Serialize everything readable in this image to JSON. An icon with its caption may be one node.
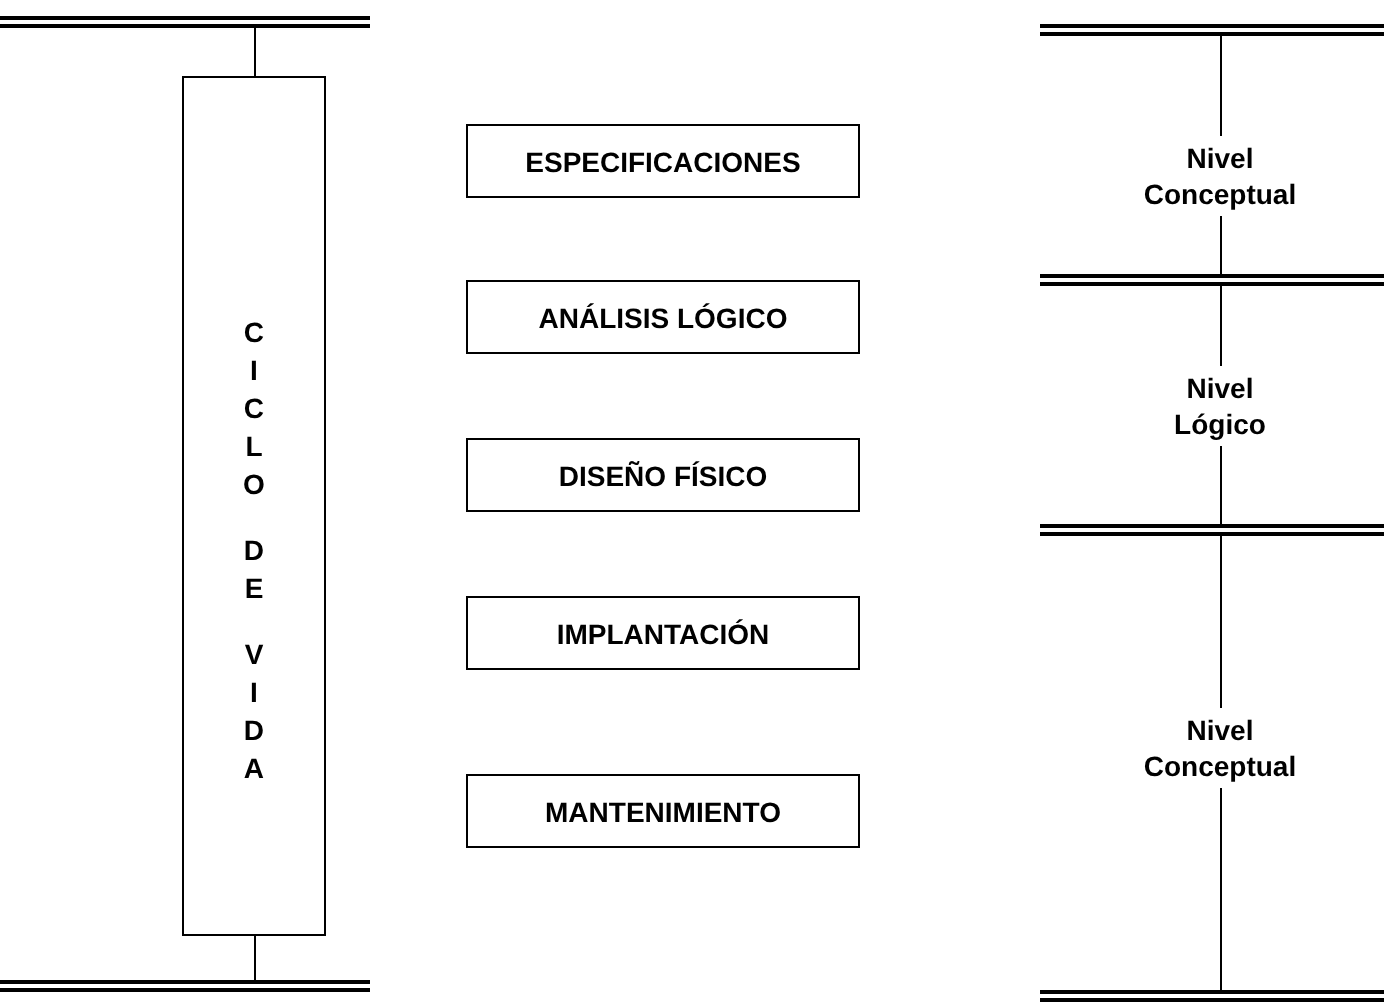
{
  "diagram": {
    "nodes": [
      {
        "text": [
          "CICLO DE VIDA"
        ]
      },
      {
        "text": [
          "ESPECIFICACIONES"
        ]
      },
      {
        "text": [
          "ANÁLISIS LÓGICO"
        ]
      },
      {
        "text": [
          "DISEÑO FÍSICO"
        ]
      },
      {
        "text": [
          "IMPLANTACIÓN"
        ]
      },
      {
        "text": [
          "MANTENIMIENTO"
        ]
      },
      {
        "text": [
          "Nivel Conceptual"
        ]
      },
      {
        "text": [
          "Nivel Lógico"
        ]
      },
      {
        "text": [
          "Nivel Conceptual"
        ]
      }
    ]
  }
}
